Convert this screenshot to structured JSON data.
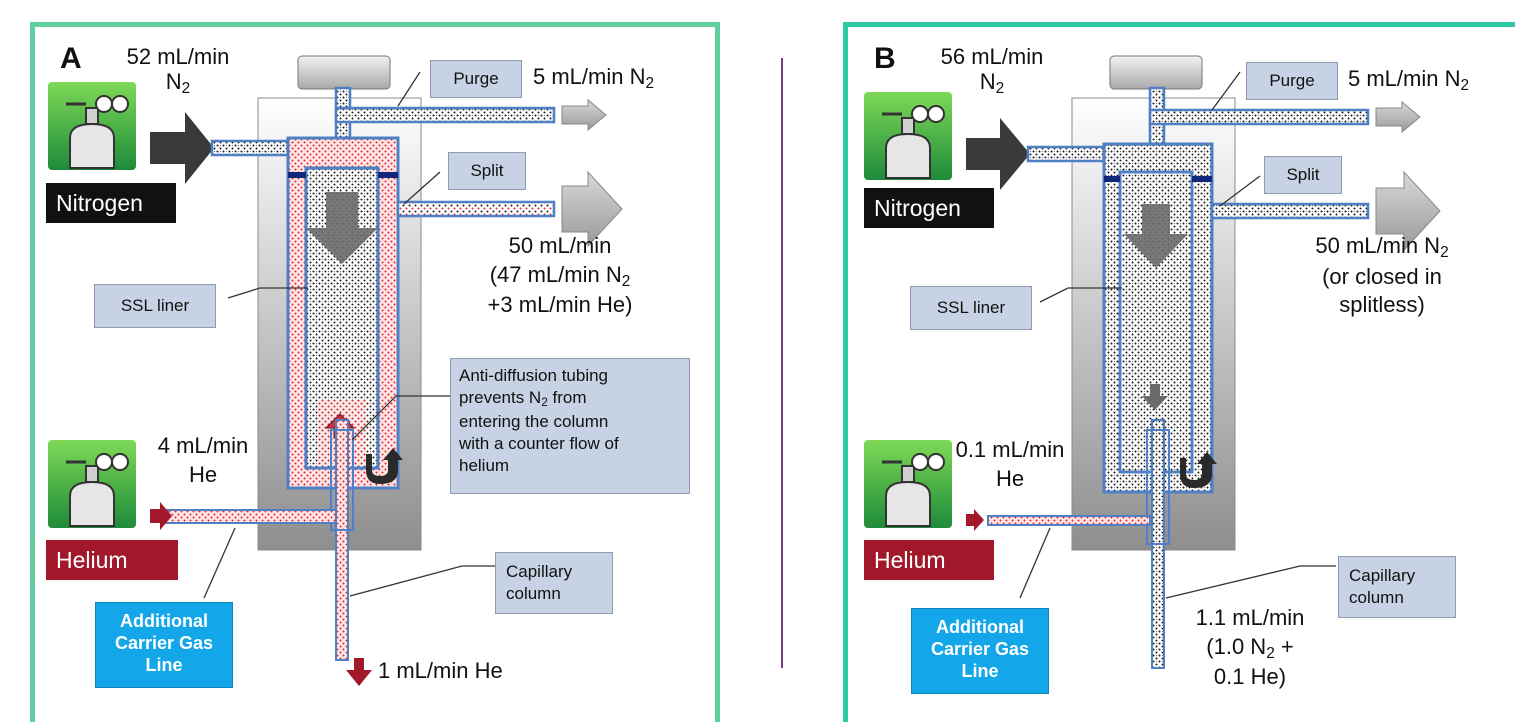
{
  "panels": {
    "a": {
      "letter": "A",
      "n2_flow_line1": "52 mL/min",
      "n2_flow_line2": "N",
      "n2_flow_sub": "2",
      "nitrogen_label": "Nitrogen",
      "purge_label": "Purge",
      "purge_flow": "5 mL/min N",
      "purge_flow_sub": "2",
      "split_label": "Split",
      "split_flow_line1": "50 mL/min",
      "split_flow_line2": "(47 mL/min N",
      "split_flow_line2_sub": "2",
      "split_flow_line3": "+3 mL/min He)",
      "ssl_liner_label": "SSL liner",
      "antidiffusion_line1": "Anti-diffusion tubing",
      "antidiffusion_line2a": "prevents N",
      "antidiffusion_line2_sub": "2",
      "antidiffusion_line2b": " from",
      "antidiffusion_line3": "entering the column",
      "antidiffusion_line4": "with a counter flow of",
      "antidiffusion_line5": "helium",
      "he_flow_line1": "4 mL/min",
      "he_flow_line2": "He",
      "helium_label": "Helium",
      "capillary_line1": "Capillary",
      "capillary_line2": "column",
      "additional_line1": "Additional",
      "additional_line2": "Carrier Gas",
      "additional_line3": "Line",
      "column_outlet_flow": "1 mL/min He"
    },
    "b": {
      "letter": "B",
      "n2_flow_line1": "56 mL/min",
      "n2_flow_line2": "N",
      "n2_flow_sub": "2",
      "nitrogen_label": "Nitrogen",
      "purge_label": "Purge",
      "purge_flow": "5 mL/min N",
      "purge_flow_sub": "2",
      "split_label": "Split",
      "split_flow_line1": "50 mL/min N",
      "split_flow_line1_sub": "2",
      "split_flow_line2": "(or closed in",
      "split_flow_line3": "splitless)",
      "ssl_liner_label": "SSL liner",
      "he_flow_line1": "0.1 mL/min",
      "he_flow_line2": "He",
      "helium_label": "Helium",
      "capillary_line1": "Capillary",
      "capillary_line2": "column",
      "additional_line1": "Additional",
      "additional_line2": "Carrier Gas",
      "additional_line3": "Line",
      "column_flow_line1": "1.1 mL/min",
      "column_flow_line2a": "(1.0 N",
      "column_flow_line2_sub": "2",
      "column_flow_line2b": " +",
      "column_flow_line3": "0.1 He)"
    }
  },
  "colors": {
    "panel_a_border": "#62cfa0",
    "panel_b_border": "#2fc9a6",
    "divider": "#7a3d85",
    "nitrogen_tag": "#111111",
    "helium_tag": "#a0182a",
    "additional_box": "#13a6e8",
    "label_box": "#c7d2e4",
    "tubing_outline": "#4f7fc4",
    "helium_dots": "#e0242c"
  }
}
